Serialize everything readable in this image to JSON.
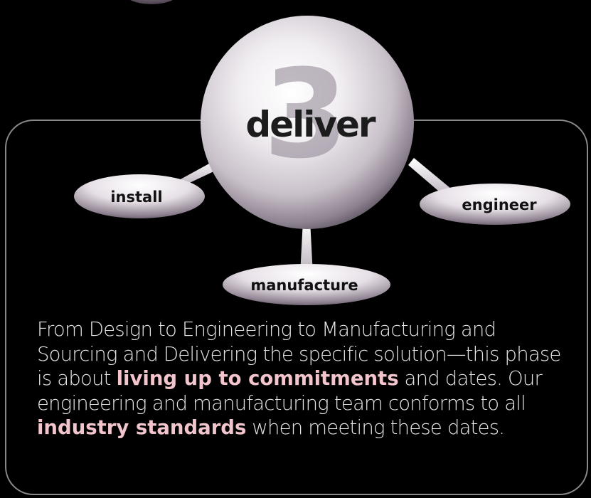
{
  "diagram": {
    "hub": {
      "label": "deliver",
      "number": "3"
    },
    "satellites": {
      "install": "install",
      "engineer": "engineer",
      "manufacture": "manufacture"
    }
  },
  "description": {
    "part1": "From Design to Engineering to Manufacturing and Sourcing and Delivering the specific solution—this phase is about ",
    "highlight1": "living up to commitments",
    "part2": " and dates. Our engineering and manufacturing team conforms to all ",
    "highlight2": "industry standards",
    "part3": " when meeting these dates."
  },
  "colors": {
    "background": "#000000",
    "frame": "#8a8a8a",
    "body_text": "#e4e4e4",
    "highlight": "#f2c4cc",
    "sphere_light": "#ffffff",
    "sphere_dark": "#6f6570",
    "oval_dark": "#4a3f4c"
  }
}
